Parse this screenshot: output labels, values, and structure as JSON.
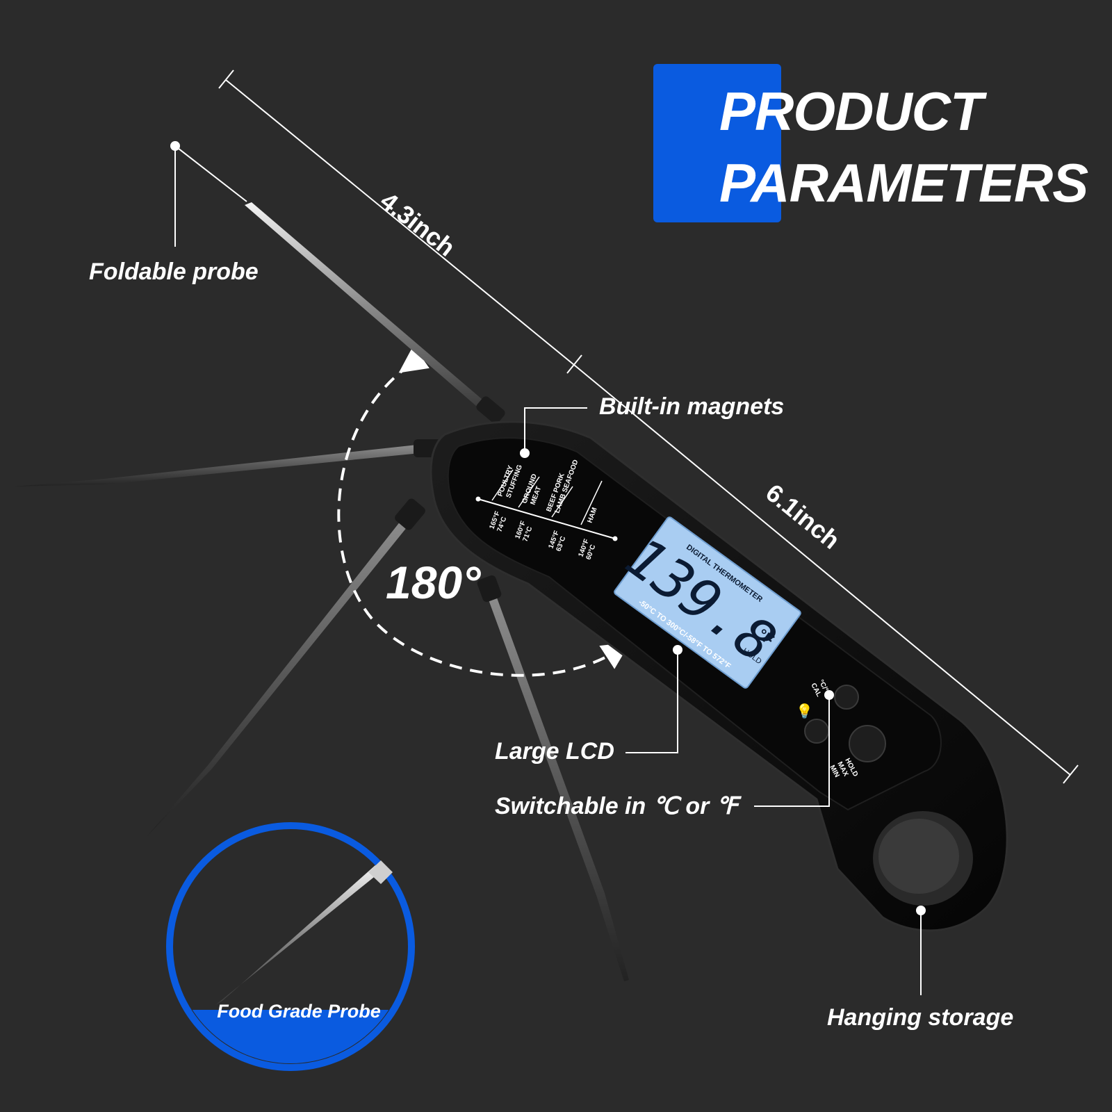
{
  "title": {
    "line1": "PRODUCT",
    "line2": "PARAMETERS"
  },
  "dimensions": {
    "probe_length": "4.3inch",
    "total_length": "6.1inch"
  },
  "angle": "180°",
  "features": {
    "foldable_probe": "Foldable probe",
    "magnets": "Built-in magnets",
    "lcd": "Large LCD",
    "switchable": "Switchable in ℃ or ℉",
    "hanging": "Hanging storage",
    "food_grade": "Food Grade Probe"
  },
  "device": {
    "reading": "139.8",
    "unit": "°F",
    "hold": "HOLD",
    "brand_text": "DIGITAL THERMOMETER",
    "range_text": "-50°C TO 300°C/-58°F TO 572°F",
    "button_cf": "°C/°F",
    "button_cal": "CAL",
    "button_hold": "HOLD",
    "button_max": "MAX",
    "button_min": "MIN",
    "guide": [
      {
        "food1": "POULTRY",
        "food2": "STUFFING",
        "f": "165°F",
        "c": "74°C"
      },
      {
        "food1": "GROUND",
        "food2": "MEAT",
        "f": "160°F",
        "c": "71°C"
      },
      {
        "food1": "BEEF PORK",
        "food2": "LAMB SEAFOOD",
        "f": "145°F",
        "c": "63°C"
      },
      {
        "food1": "HAM",
        "food2": "",
        "f": "140°F",
        "c": "60°C"
      }
    ]
  },
  "colors": {
    "background": "#2b2b2b",
    "accent": "#0a5be0",
    "lcd": "#a9cdf2",
    "body": "#111111"
  }
}
